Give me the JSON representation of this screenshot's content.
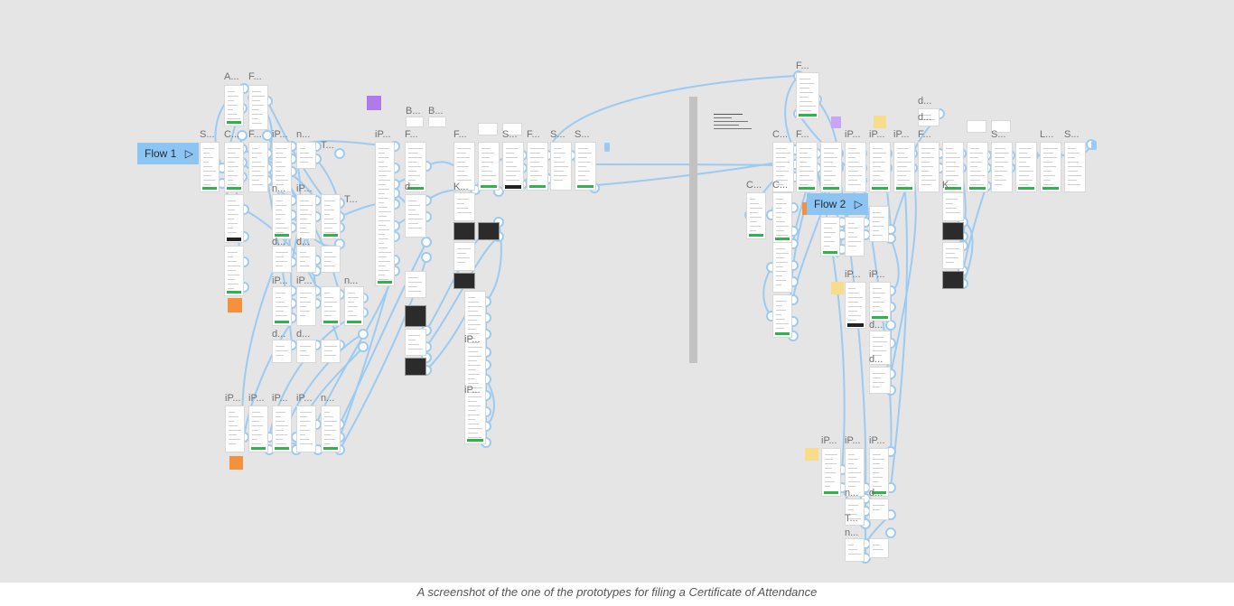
{
  "canvas": {
    "flow1_label": "Flow 1",
    "flow2_label": "Flow 2",
    "play_icon": "play-triangle-icon",
    "accent_color": "#8cc4f2",
    "connector_color": "#9ccbf2",
    "background_color": "#e5e5e5"
  },
  "frame_labels": {
    "l1": "A...",
    "l2": "F...",
    "l3": "S...",
    "l4": "C...",
    "l5": "F...",
    "l6": "iP...",
    "l7": "n...",
    "l8": "T...",
    "l9": "n...",
    "l10": "iP...",
    "l11": "T...",
    "l12": "d...",
    "l13": "d...",
    "l14": "iP...",
    "l15": "iP...",
    "l16": "n...",
    "l17": "d...",
    "l18": "d...",
    "l19": "iP...",
    "l20": "iP...",
    "l21": "iP...",
    "l22": "iP...",
    "l23": "n...",
    "l24": "B...",
    "l25": "B...",
    "l26": "iP...",
    "l27": "F...",
    "l28": "d...",
    "l29": "F...",
    "l30": "S...",
    "l31": "F...",
    "l32": "S...",
    "l33": "S...",
    "l34": "K...",
    "l35": "iP...",
    "l36": "iP...",
    "l37": "F...",
    "l38": "C...",
    "l39": "F...",
    "l40": "iP...",
    "l41": "iP...",
    "l42": "iP...",
    "l43": "F...",
    "l44": "d...",
    "l45": "d...",
    "l46": "S...",
    "l47": "L...",
    "l48": "S...",
    "l49": "C...",
    "l50": "C...",
    "l51": "K...",
    "l52": "iP...",
    "l53": "iP...",
    "l54": "d...",
    "l55": "d...",
    "l56": "iP...",
    "l57": "iP...",
    "l58": "iP...",
    "l59": "n...",
    "l60": "d...",
    "l61": "n...",
    "l62": "T..."
  },
  "caption": "A screenshot of the one of the prototypes for filing a Certificate of Attendance"
}
